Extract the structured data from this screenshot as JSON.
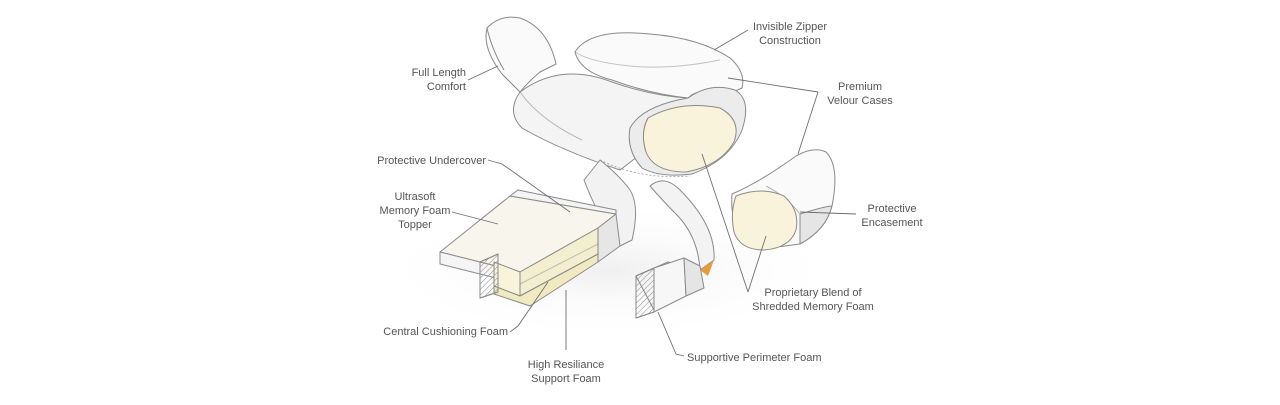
{
  "callouts": {
    "full_length_comfort": [
      "Full Length",
      "Comfort"
    ],
    "invisible_zipper": [
      "Invisible Zipper",
      "Construction"
    ],
    "premium_velour": [
      "Premium",
      "Velour Cases"
    ],
    "protective_undercover": [
      "Protective Undercover"
    ],
    "ultrasoft_topper": [
      "Ultrasoft",
      "Memory Foam",
      "Topper"
    ],
    "protective_encasement": [
      "Protective",
      "Encasement"
    ],
    "proprietary_blend": [
      "Proprietary Blend of",
      "Shredded Memory Foam"
    ],
    "central_cushioning": [
      "Central Cushioning Foam"
    ],
    "high_resiliance": [
      "High Resiliance",
      "Support Foam"
    ],
    "supportive_perimeter": [
      "Supportive Perimeter Foam"
    ]
  },
  "colors": {
    "outline": "#8a8a8a",
    "leader": "#6f6f6f",
    "shell": "#fafafa",
    "shell_shade": "#e9e9e9",
    "cream": "#f8f3da",
    "cream_deep": "#f1e9bf",
    "ground": "#f1f1f1",
    "hatch": "#888888",
    "orange_accent": "#e89b3c"
  }
}
